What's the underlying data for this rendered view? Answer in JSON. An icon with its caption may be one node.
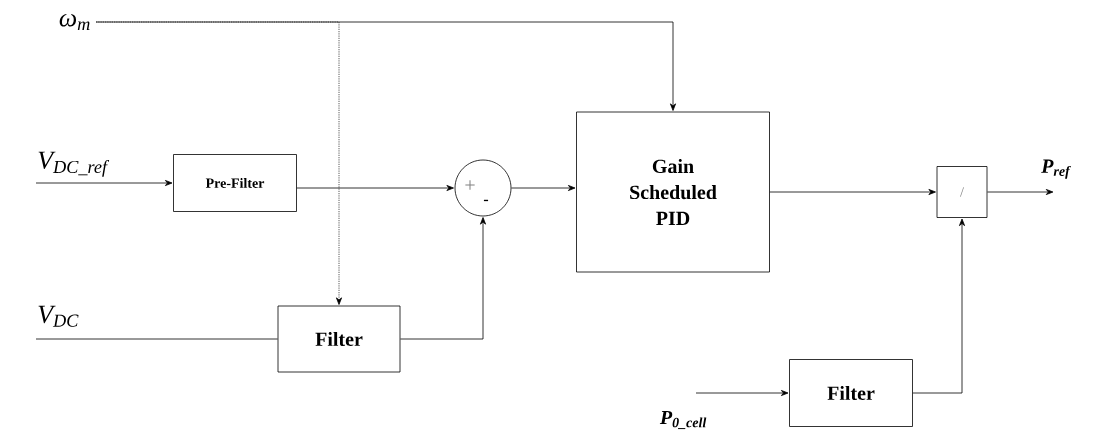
{
  "diagram": {
    "nodes": [
      {
        "text": [
          "ω$_{m}$"
        ]
      },
      {
        "text": [
          "V$_{DC_ref}$"
        ]
      },
      {
        "text": [
          "V$_{DC}$"
        ]
      },
      {
        "text": [
          "P$_{0_cell}$"
        ]
      },
      {
        "text": [
          "Pre-Filter"
        ]
      },
      {
        "text": [
          "+",
          "-"
        ]
      },
      {
        "text": [
          "Gain Scheduled PID"
        ]
      },
      {
        "text": [
          "/"
        ]
      },
      {
        "text": [
          "Filter"
        ]
      },
      {
        "text": [
          "Filter"
        ]
      },
      {
        "text": [
          "P$_{ref}$"
        ]
      }
    ],
    "edges": [
      {
        "from": 0,
        "to": 6,
        "arrow": "to"
      },
      {
        "from": 0,
        "to": 8,
        "arrow": "to",
        "style": "dashed"
      },
      {
        "from": 1,
        "to": 4,
        "arrow": "to"
      },
      {
        "from": 4,
        "to": 5,
        "arrow": "to"
      },
      {
        "from": 2,
        "to": 8,
        "arrow": "none"
      },
      {
        "from": 8,
        "to": 5,
        "arrow": "to"
      },
      {
        "from": 5,
        "to": 6,
        "arrow": "to"
      },
      {
        "from": 6,
        "to": 7,
        "arrow": "to"
      },
      {
        "from": 3,
        "to": 9,
        "arrow": "to"
      },
      {
        "from": 9,
        "to": 7,
        "arrow": "to"
      },
      {
        "from": 7,
        "to": 10,
        "arrow": "to"
      }
    ]
  }
}
